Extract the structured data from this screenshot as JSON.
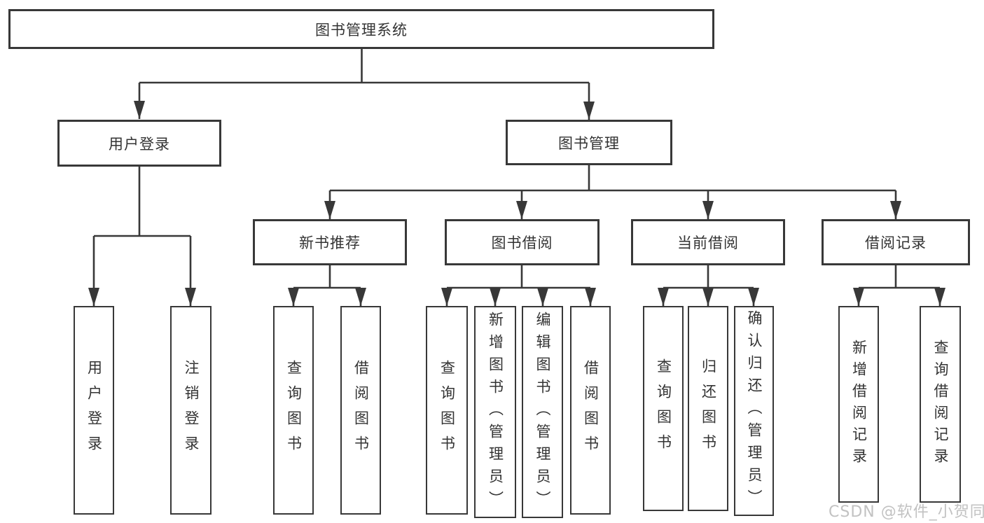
{
  "title": "图书管理系统",
  "branches": [
    {
      "label": "用户登录",
      "children": [
        "用户登录",
        "注销登录"
      ]
    },
    {
      "label": "图书管理",
      "children": [
        {
          "label": "新书推荐",
          "children": [
            "查询图书",
            "借阅图书"
          ]
        },
        {
          "label": "图书借阅",
          "children": [
            "查询图书",
            "新增图书（管理员）",
            "编辑图书（管理员）",
            "借阅图书"
          ]
        },
        {
          "label": "当前借阅",
          "children": [
            "查询图书",
            "归还图书",
            "确认归还（管理员）"
          ]
        },
        {
          "label": "借阅记录",
          "children": [
            "新增借阅记录",
            "查询借阅记录"
          ]
        }
      ]
    }
  ],
  "watermark": "CSDN @软件_小贺同学",
  "colors": {
    "line": "#383838",
    "text": "#333333",
    "watermark": "#c2c2c2",
    "background": "#ffffff"
  }
}
